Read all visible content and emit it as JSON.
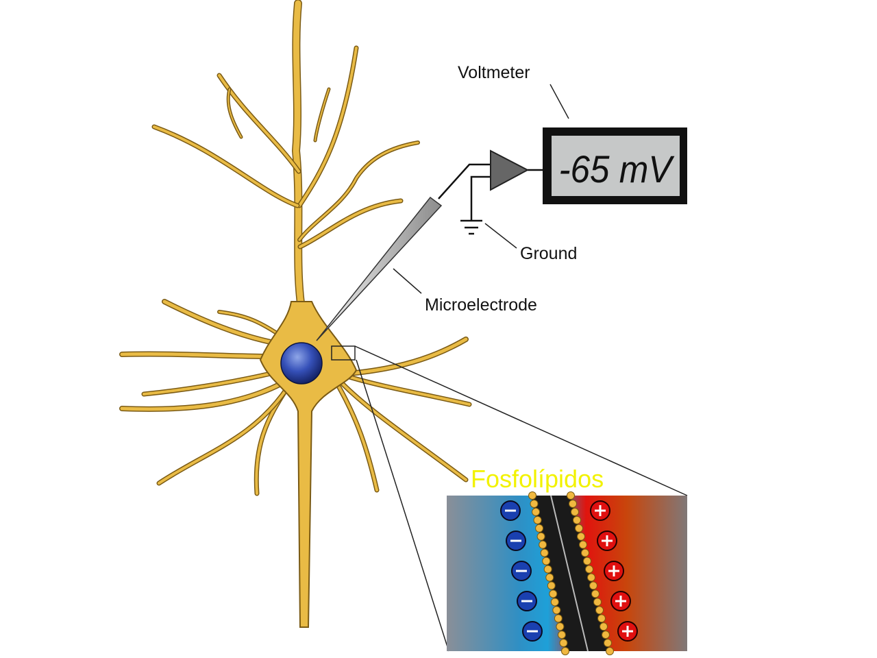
{
  "labels": {
    "voltmeter": "Voltmeter",
    "ground": "Ground",
    "microelectrode": "Microelectrode",
    "phospholipids": "Fosfolípidos"
  },
  "voltmeter_display": "-65 mV",
  "inset": {
    "inside_charge": "−",
    "outside_charge": "+",
    "negative_ion_count": 5,
    "positive_ion_count": 5
  },
  "colors": {
    "neuron": "#e9bb45",
    "nucleus": "#2a3f9e",
    "inside": "#2a9bd0",
    "outside": "#e0140e",
    "label_highlight": "#f2f200"
  }
}
